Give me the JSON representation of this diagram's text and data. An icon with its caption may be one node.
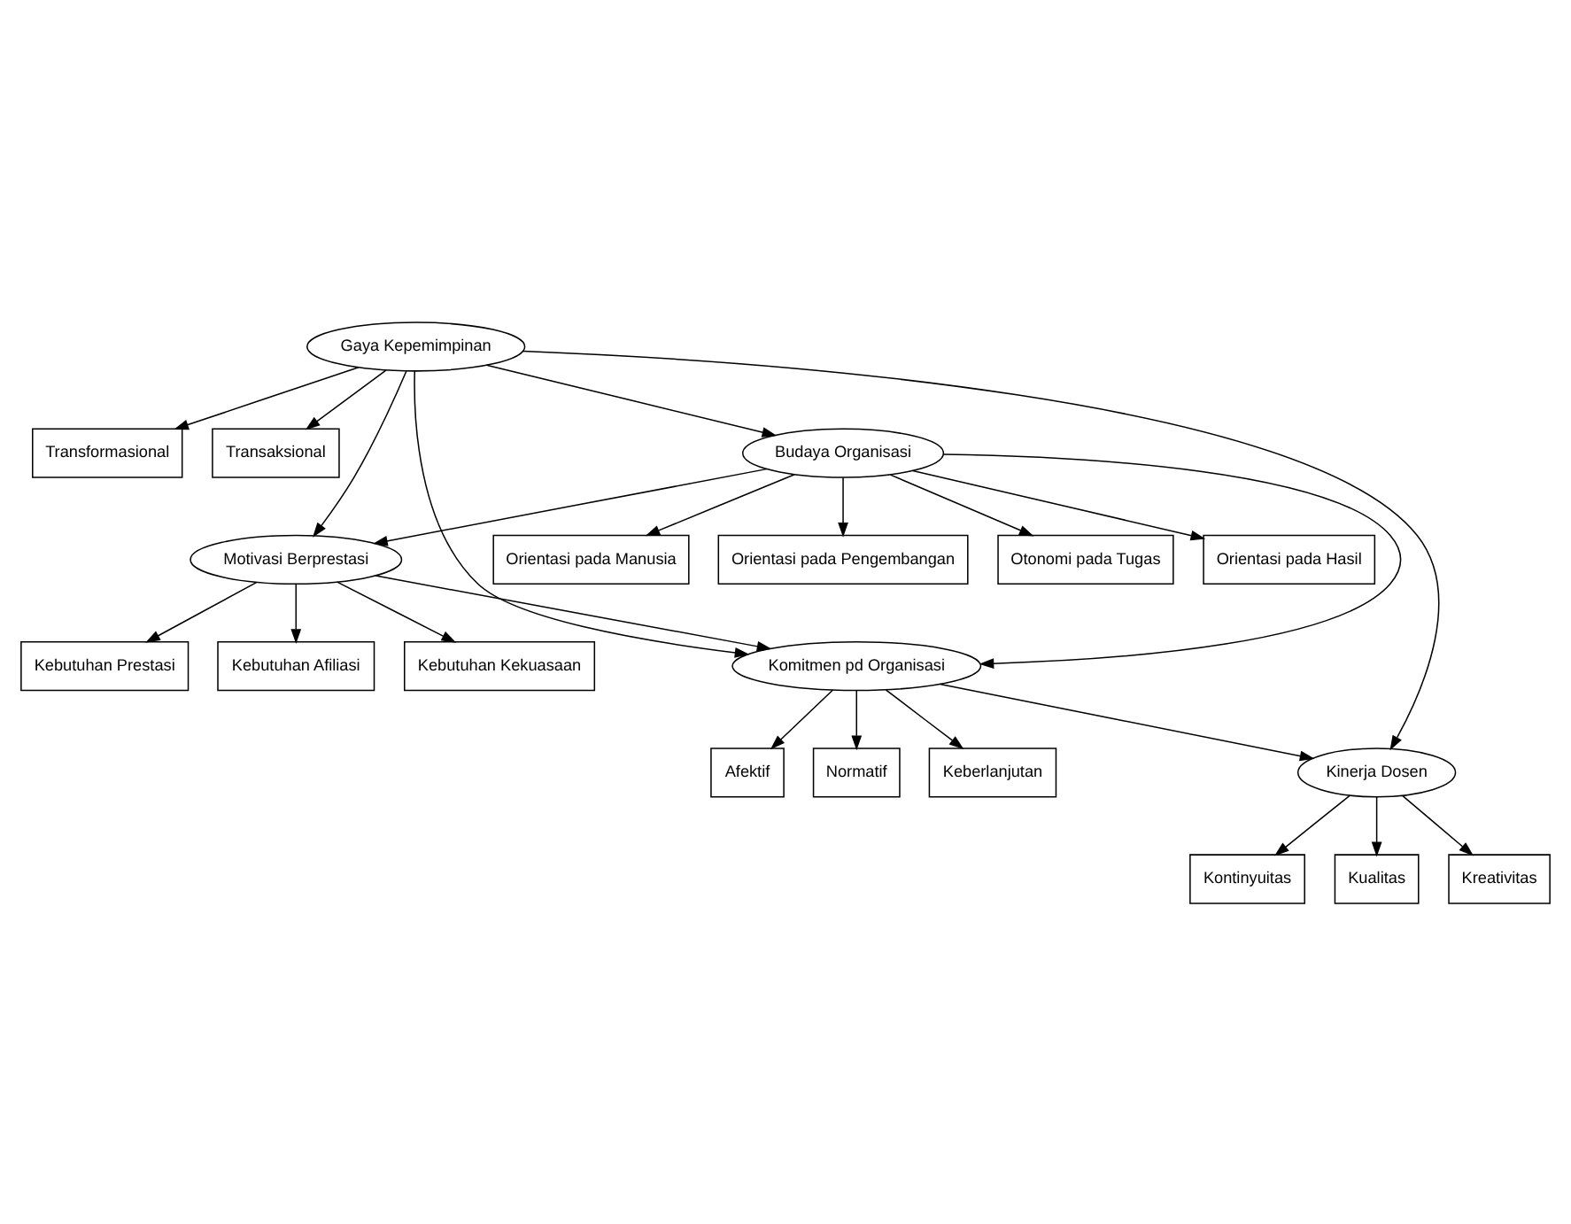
{
  "diagram": {
    "nodes": [
      {
        "text": [
          "Transformasional"
        ]
      },
      {
        "text": [
          "Transaksional"
        ]
      },
      {
        "text": [
          "Gaya Kepemimpinan"
        ]
      },
      {
        "text": [
          "Otonomi pada Tugas"
        ]
      },
      {
        "text": [
          "Kebutuhan Afiliasi"
        ]
      },
      {
        "text": [
          "Orientasi pada Hasil"
        ]
      },
      {
        "text": [
          "Motivasi Berprestasi"
        ]
      },
      {
        "text": [
          "Kebutuhan Kekuasaan"
        ]
      },
      {
        "text": [
          "Budaya Organisasi"
        ]
      },
      {
        "text": [
          "Orientasi pada Manusia"
        ]
      },
      {
        "text": [
          "Kebutuhan Prestasi"
        ]
      },
      {
        "text": [
          "Orientasi pada Pengembangan"
        ]
      },
      {
        "text": [
          "Afektif"
        ]
      },
      {
        "text": [
          "Kinerja Dosen"
        ]
      },
      {
        "text": [
          "Komitmen pd Organisasi"
        ]
      },
      {
        "text": [
          "Normatif"
        ]
      },
      {
        "text": [
          "Kontinyuitas"
        ]
      },
      {
        "text": [
          "Kualitas"
        ]
      },
      {
        "text": [
          "Kreativitas"
        ]
      },
      {
        "text": [
          "Keberlanjutan"
        ]
      }
    ],
    "edges": [
      {
        "from": 2,
        "to": 0,
        "arrow": "to"
      },
      {
        "from": 2,
        "to": 1,
        "arrow": "to"
      },
      {
        "from": 2,
        "to": 8,
        "arrow": "to"
      },
      {
        "from": 2,
        "to": 6,
        "arrow": "to"
      },
      {
        "from": 2,
        "to": 13,
        "arrow": "to"
      },
      {
        "from": 2,
        "to": 14,
        "arrow": "to"
      },
      {
        "from": 8,
        "to": 3,
        "arrow": "to"
      },
      {
        "from": 8,
        "to": 5,
        "arrow": "to"
      },
      {
        "from": 8,
        "to": 9,
        "arrow": "to"
      },
      {
        "from": 8,
        "to": 11,
        "arrow": "to"
      },
      {
        "from": 8,
        "to": 6,
        "arrow": "to"
      },
      {
        "from": 8,
        "to": 14,
        "arrow": "to"
      },
      {
        "from": 6,
        "to": 4,
        "arrow": "to"
      },
      {
        "from": 6,
        "to": 7,
        "arrow": "to"
      },
      {
        "from": 6,
        "to": 10,
        "arrow": "to"
      },
      {
        "from": 6,
        "to": 14,
        "arrow": "to"
      },
      {
        "from": 14,
        "to": 13,
        "arrow": "to"
      },
      {
        "from": 14,
        "to": 12,
        "arrow": "to"
      },
      {
        "from": 14,
        "to": 15,
        "arrow": "to"
      },
      {
        "from": 14,
        "to": 19,
        "arrow": "to"
      },
      {
        "from": 13,
        "to": 16,
        "arrow": "to"
      },
      {
        "from": 13,
        "to": 17,
        "arrow": "to"
      },
      {
        "from": 13,
        "to": 18,
        "arrow": "to"
      }
    ]
  }
}
